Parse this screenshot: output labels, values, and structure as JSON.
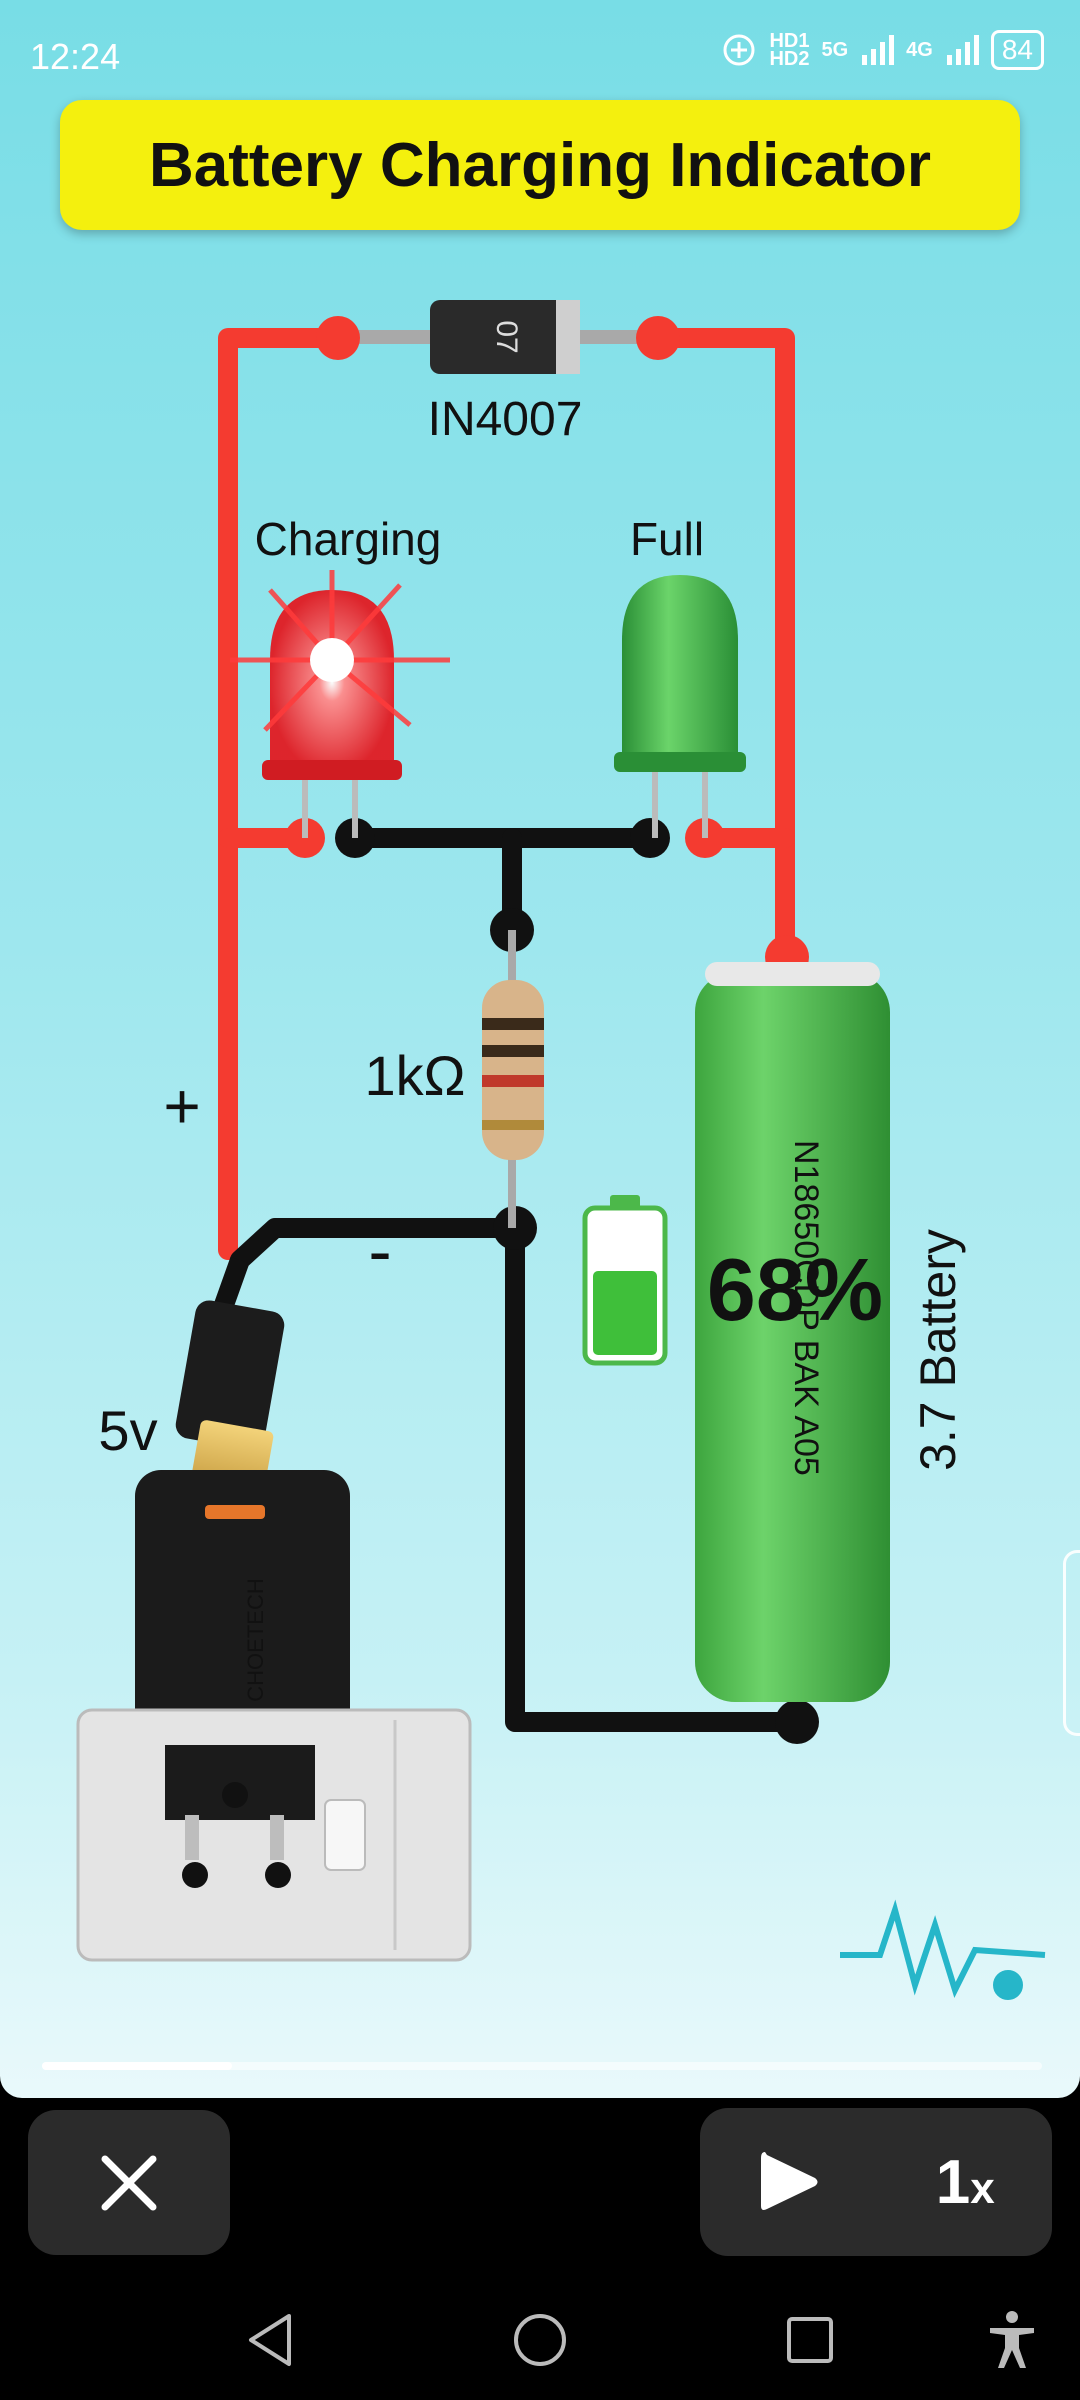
{
  "status_bar": {
    "time": "12:24",
    "hd1": "HD1",
    "hd2": "HD2",
    "net1": "5G",
    "net2": "4G",
    "battery": "84"
  },
  "video": {
    "title": "Battery Charging Indicator",
    "labels": {
      "diode": "IN4007",
      "charging": "Charging",
      "full": "Full",
      "resistor": "1kΩ",
      "plus": "+",
      "minus": "-",
      "voltage": "5v",
      "battery_percent": "68%",
      "battery_model": "N18650CDP BAK A05",
      "battery_label": "3.7 Battery",
      "charger_brand": "CHOETECH"
    },
    "progress_fraction": 0.19,
    "battery_level_fraction": 0.6
  },
  "controls": {
    "close_icon": "close-icon",
    "play_icon": "play-icon",
    "speed": "1",
    "speed_suffix": "x"
  },
  "nav": {
    "back": "back-icon",
    "home": "home-icon",
    "recents": "recents-icon",
    "accessibility": "accessibility-icon"
  },
  "colors": {
    "banner": "#f4f00e",
    "wire_red": "#f43b30",
    "wire_black": "#111111",
    "battery_green": "#4cb84a",
    "led_green": "#3fb04a",
    "led_red": "#e8262b"
  }
}
